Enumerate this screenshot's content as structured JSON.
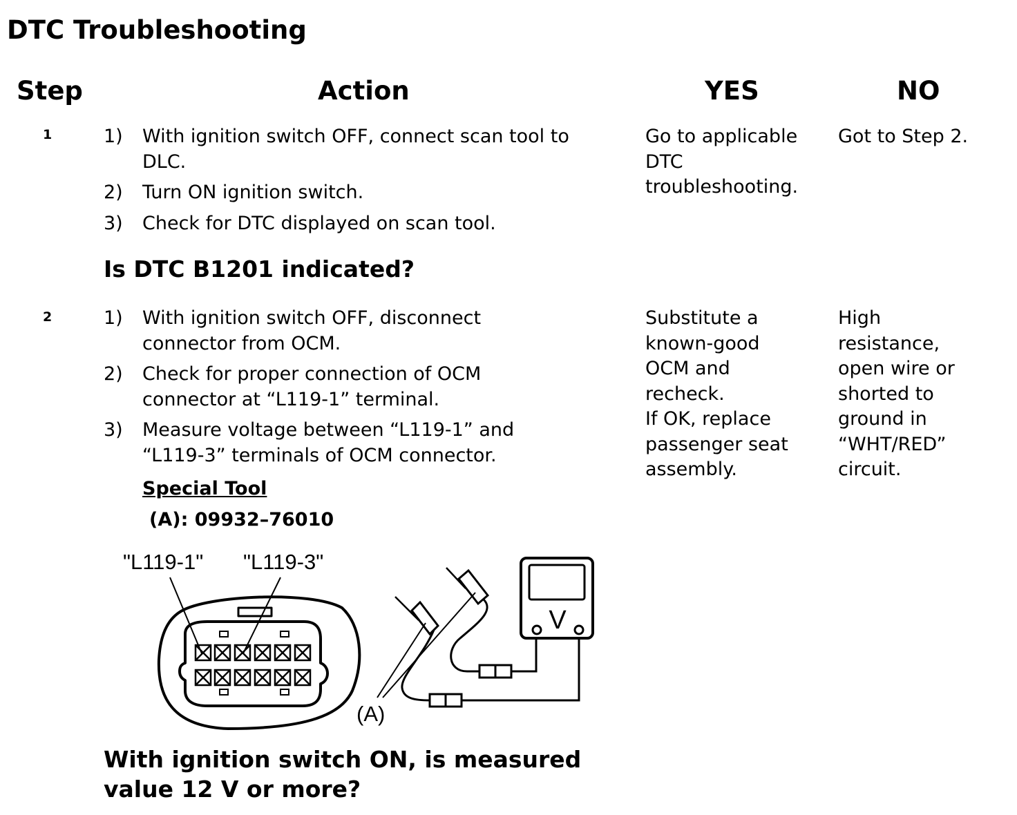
{
  "page_title": "DTC Troubleshooting",
  "columns": {
    "step": "Step",
    "action": "Action",
    "yes": "YES",
    "no": "NO"
  },
  "steps": [
    {
      "number": "1",
      "actions": [
        {
          "num": "1)",
          "lines": [
            "With ignition switch OFF, connect scan tool to",
            "DLC."
          ]
        },
        {
          "num": "2)",
          "lines": [
            "Turn ON ignition switch."
          ]
        },
        {
          "num": "3)",
          "lines": [
            "Check for DTC displayed on scan tool."
          ]
        }
      ],
      "question": [
        "Is DTC B1201 indicated?"
      ],
      "yes": [
        "Go to applicable",
        "DTC",
        "troubleshooting."
      ],
      "no": [
        "Got to Step 2."
      ]
    },
    {
      "number": "2",
      "actions": [
        {
          "num": "1)",
          "lines": [
            "With ignition switch OFF, disconnect",
            "connector from OCM."
          ]
        },
        {
          "num": "2)",
          "lines": [
            "Check for proper connection of OCM",
            "connector at “L119-1” terminal."
          ]
        },
        {
          "num": "3)",
          "lines": [
            "Measure voltage between “L119-1” and",
            "“L119-3” terminals of OCM connector."
          ]
        }
      ],
      "special_tool": {
        "title": "Special Tool",
        "value": "(A): 09932–76010"
      },
      "figure": {
        "label_terminal_1": "\"L119-1\"",
        "label_terminal_3": "\"L119-3\"",
        "label_tool": "(A)",
        "meter_symbol": "V"
      },
      "question": [
        "With ignition switch ON, is measured",
        "value 12 V or more?"
      ],
      "yes": [
        "Substitute a",
        "known-good",
        "OCM and",
        "recheck.",
        "If OK, replace",
        "passenger seat",
        "assembly."
      ],
      "no": [
        "High",
        "resistance,",
        "open wire or",
        "shorted to",
        "ground in",
        "“WHT/RED”",
        "circuit."
      ]
    }
  ]
}
